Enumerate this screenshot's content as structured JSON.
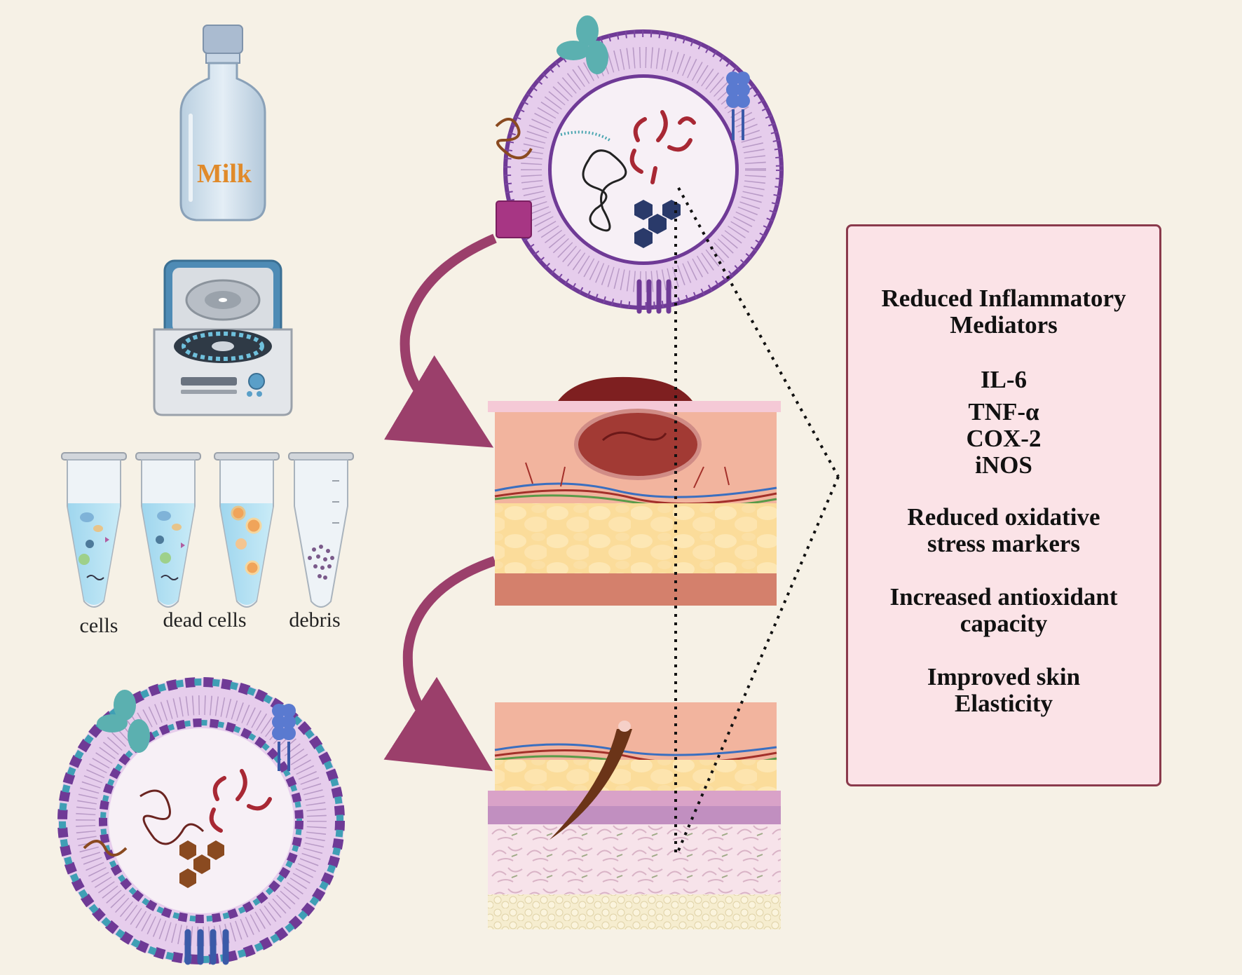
{
  "bottle_label": "Milk",
  "tube_labels": [
    "cells",
    "dead cells",
    "debris"
  ],
  "panel": {
    "lines": [
      "Reduced Inflammatory",
      "Mediators",
      "IL-6",
      "TNF-α",
      "COX-2",
      "iNOS",
      "Reduced oxidative",
      "stress markers",
      "Increased antioxidant",
      "capacity",
      "Improved skin",
      "Elasticity"
    ]
  },
  "colors": {
    "background": "#f6f1e6",
    "panel_fill": "#fbe3e7",
    "panel_border": "#8a3a4c",
    "arrow": "#9b3f6b",
    "membrane_purple": "#6f3a96",
    "membrane_teal": "#3f9fb5",
    "milk_label": "#e08a2a",
    "wound": "#9e2b2b"
  },
  "icons": [
    "milk-bottle-icon",
    "centrifuge-icon",
    "test-tube-icon",
    "exosome-icon",
    "skin-wound-icon",
    "healed-skin-icon"
  ]
}
